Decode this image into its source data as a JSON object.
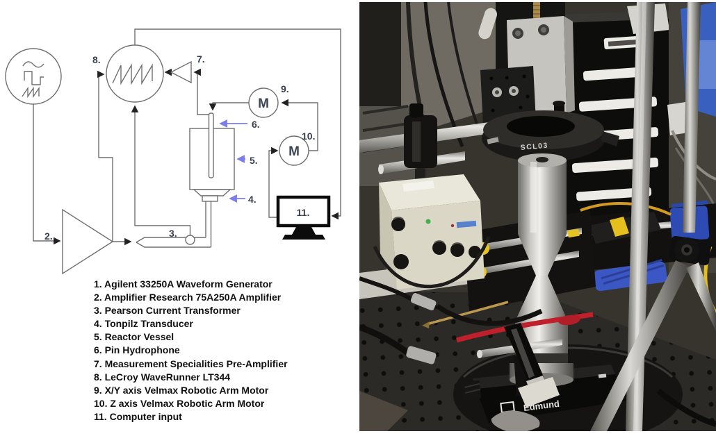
{
  "diagram": {
    "labels": {
      "2": "2.",
      "3": "3.",
      "4": "4.",
      "5": "5.",
      "6": "6.",
      "7": "7.",
      "8": "8.",
      "9": "9.",
      "10": "10.",
      "11": "11."
    },
    "motor_symbol": "M",
    "colors": {
      "wire": "#6f6f6f",
      "arrow": "#222222",
      "pointer_arrow": "#7b7dec",
      "label": "#39404d"
    },
    "legend": {
      "items": [
        "1. Agilent 33250A Waveform Generator",
        "2. Amplifier Research 75A250A Amplifier",
        "3. Pearson Current Transformer",
        "4. Tonpilz Transducer",
        "5. Reactor Vessel",
        "6. Pin Hydrophone",
        "7. Measurement Specialities Pre-Amplifier",
        "8. LeCroy WaveRunner LT344",
        "9. X/Y axis Velmax Robotic Arm Motor",
        "10. Z axis Velmax Robotic Arm Motor",
        "11. Computer input"
      ]
    }
  },
  "photo": {
    "ring_label": "SCL03",
    "mount_label": "Edmund",
    "colors": {
      "breadboard": "#2b2a27",
      "steel": "#c9c7c2",
      "beige_box": "#dbd7c6",
      "accent_yellow": "#e8c41f",
      "accent_blue": "#3a57c4",
      "cable_red": "#c0202b"
    }
  }
}
